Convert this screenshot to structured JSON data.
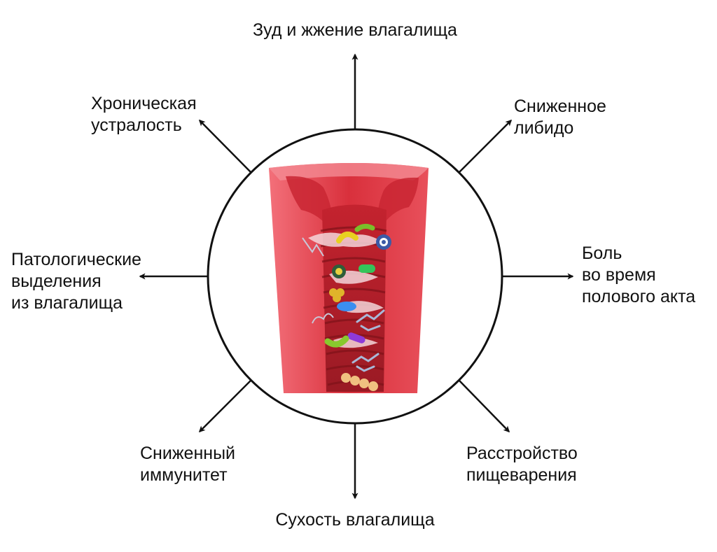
{
  "center_illustration": {
    "subject": "vaginal-canal-microflora-illustration",
    "tissue_color": "#d9303c",
    "tissue_light": "#f06a73",
    "fold_color": "#b0202b"
  },
  "symptoms": {
    "top": {
      "lines": [
        "Зуд и жжение влагалища"
      ]
    },
    "top_right": {
      "lines": [
        "Сниженное",
        "либидо"
      ]
    },
    "right": {
      "lines": [
        "Боль",
        "во время",
        "полового акта"
      ]
    },
    "bottom_right": {
      "lines": [
        "Расстройство",
        "пищеварения"
      ]
    },
    "bottom": {
      "lines": [
        "Сухость влагалища"
      ]
    },
    "bottom_left": {
      "lines": [
        "Сниженный",
        "иммунитет"
      ]
    },
    "left": {
      "lines": [
        "Патологические",
        "выделения",
        "из влагалища"
      ]
    },
    "top_left": {
      "lines": [
        "Хроническая",
        "устралость"
      ]
    }
  },
  "colors": {
    "text": "#111111",
    "arrow": "#111111",
    "circle_stroke": "#111111",
    "background": "#ffffff"
  }
}
